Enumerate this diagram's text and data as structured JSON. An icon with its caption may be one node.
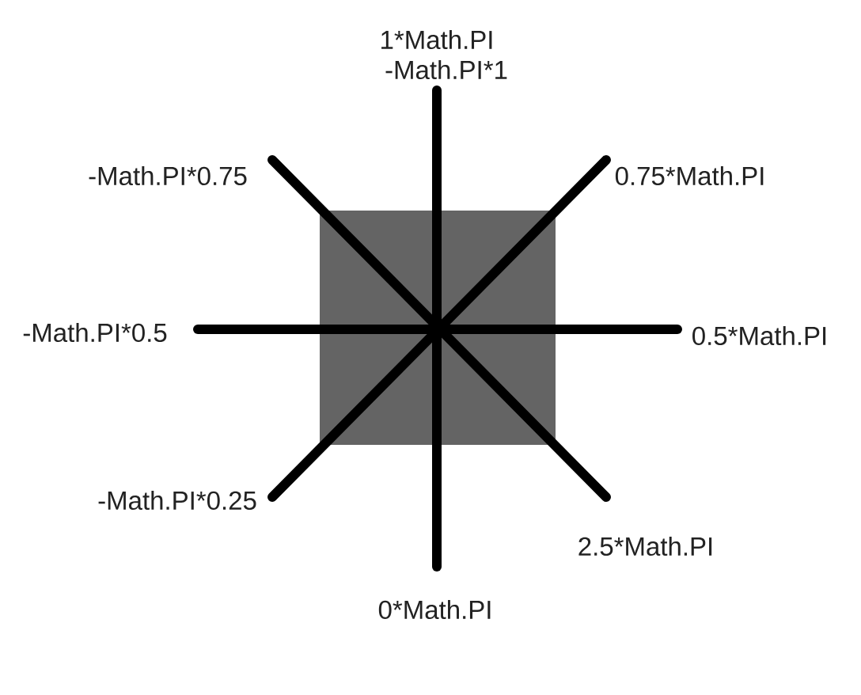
{
  "diagram": {
    "nodes": [
      {
        "text": [],
        "shape": "box"
      }
    ],
    "labels": [
      "1*Math.PI",
      "-Math.PI*1",
      "-Math.PI*0.75",
      "0.75*Math.PI",
      "-Math.PI*0.5",
      "0.5*Math.PI",
      "-Math.PI*0.25",
      "2.5*Math.PI",
      "0*Math.PI"
    ]
  }
}
